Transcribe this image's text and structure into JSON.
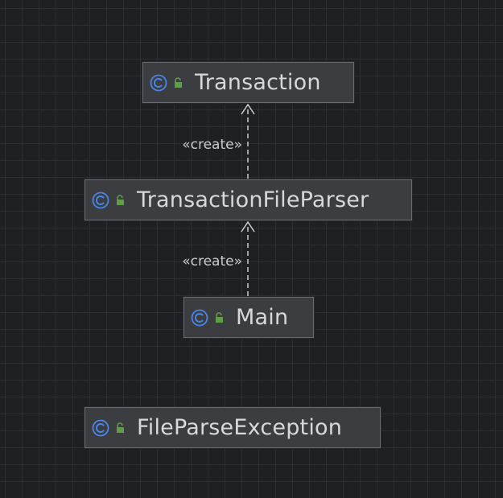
{
  "diagram": {
    "nodes": [
      {
        "id": "transaction",
        "label": "Transaction",
        "kind": "class",
        "icon": "class-c-icon",
        "visibility_icon": "public-lock-icon"
      },
      {
        "id": "transaction-file-parser",
        "label": "TransactionFileParser",
        "kind": "class",
        "icon": "class-c-icon",
        "visibility_icon": "public-lock-icon"
      },
      {
        "id": "main",
        "label": "Main",
        "kind": "class",
        "icon": "class-c-icon",
        "visibility_icon": "public-lock-icon"
      },
      {
        "id": "file-parse-exception",
        "label": "FileParseException",
        "kind": "class",
        "icon": "class-c-icon",
        "visibility_icon": "public-lock-icon"
      }
    ],
    "edges": [
      {
        "from": "transaction-file-parser",
        "to": "transaction",
        "label": "«create»",
        "style": "dashed",
        "arrow": "open"
      },
      {
        "from": "main",
        "to": "transaction-file-parser",
        "label": "«create»",
        "style": "dashed",
        "arrow": "open"
      }
    ]
  },
  "colors": {
    "background": "#1f2023",
    "grid": "#2c2e32",
    "node_fill": "#3b3d40",
    "node_border": "#6a6c70",
    "class_icon": "#4a86e8",
    "visibility_icon": "#5f9e46",
    "edge": "#c9cbce",
    "text": "#d6d8db"
  }
}
